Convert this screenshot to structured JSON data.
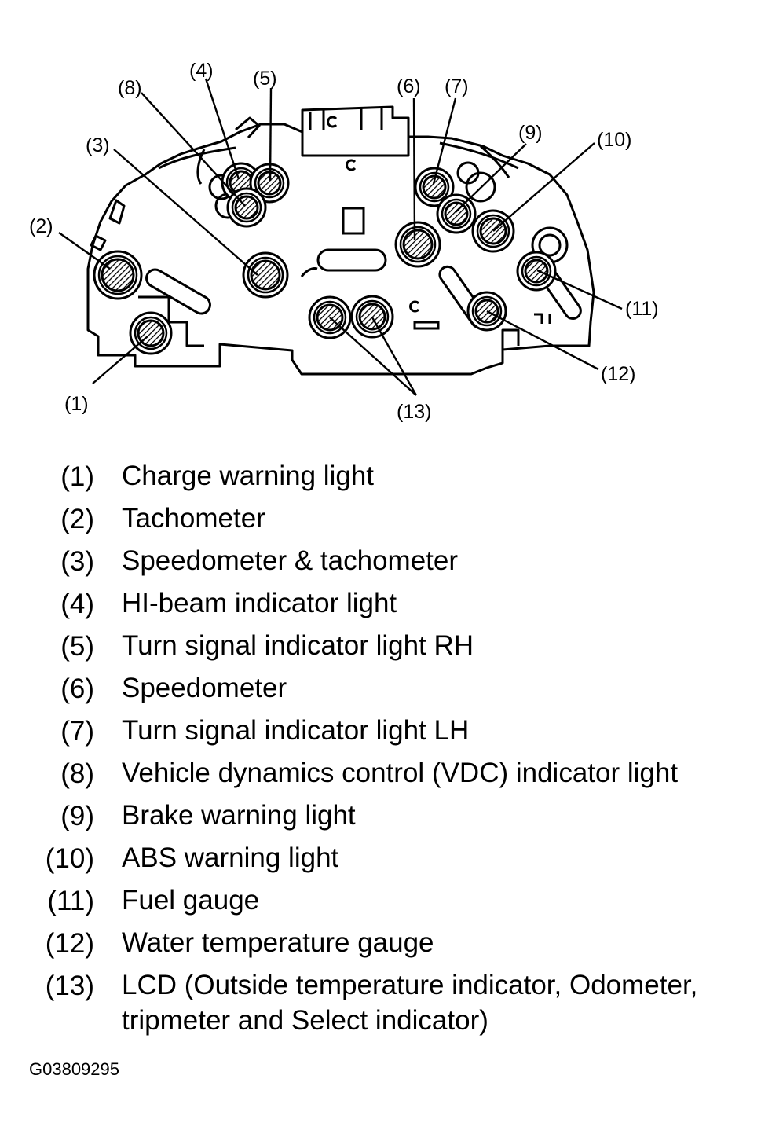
{
  "callouts": [
    "(1)",
    "(2)",
    "(3)",
    "(4)",
    "(5)",
    "(6)",
    "(7)",
    "(8)",
    "(9)",
    "(10)",
    "(11)",
    "(12)",
    "(13)"
  ],
  "legend": [
    {
      "num": "(1)",
      "text": "Charge warning light"
    },
    {
      "num": "(2)",
      "text": "Tachometer"
    },
    {
      "num": "(3)",
      "text": "Speedometer & tachometer"
    },
    {
      "num": "(4)",
      "text": "HI-beam indicator light"
    },
    {
      "num": "(5)",
      "text": "Turn signal indicator light RH"
    },
    {
      "num": "(6)",
      "text": "Speedometer"
    },
    {
      "num": "(7)",
      "text": "Turn signal indicator light LH"
    },
    {
      "num": "(8)",
      "text": "Vehicle dynamics control (VDC) indicator light"
    },
    {
      "num": "(9)",
      "text": "Brake warning light"
    },
    {
      "num": "(10)",
      "text": "ABS warning light"
    },
    {
      "num": "(11)",
      "text": "Fuel gauge"
    },
    {
      "num": "(12)",
      "text": "Water temperature gauge"
    },
    {
      "num": "(13)",
      "text": "LCD (Outside temperature indicator, Odometer, tripmeter and Select indicator)"
    }
  ],
  "figure_id": "G03809295"
}
